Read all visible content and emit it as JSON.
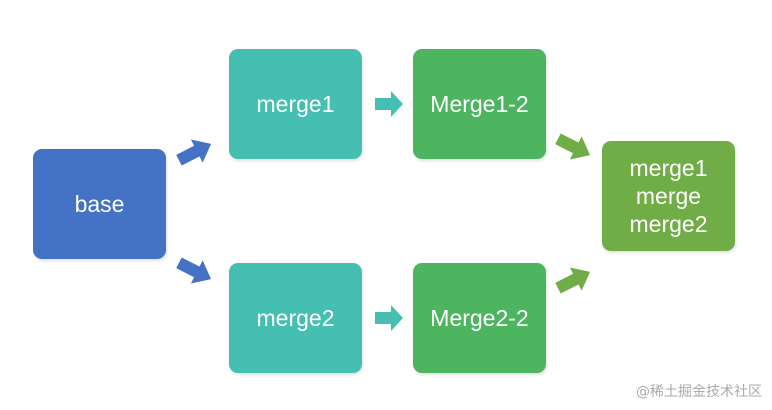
{
  "diagram": {
    "nodes": {
      "base": {
        "label": "base",
        "color": "#4472C4"
      },
      "merge1": {
        "label": "merge1",
        "color": "#45BFB2"
      },
      "merge2": {
        "label": "merge2",
        "color": "#45BFB2"
      },
      "merge1_2": {
        "label": "Merge1-2",
        "color": "#4DB560"
      },
      "merge2_2": {
        "label": "Merge2-2",
        "color": "#4DB560"
      },
      "result": {
        "lines": [
          "merge1",
          "merge",
          "merge2"
        ],
        "color": "#70AD47"
      }
    },
    "edges": [
      {
        "from": "base",
        "to": "merge1"
      },
      {
        "from": "base",
        "to": "merge2"
      },
      {
        "from": "merge1",
        "to": "merge1_2"
      },
      {
        "from": "merge2",
        "to": "merge2_2"
      },
      {
        "from": "merge1_2",
        "to": "result"
      },
      {
        "from": "merge2_2",
        "to": "result"
      }
    ]
  },
  "watermark": "@稀土掘金技术社区"
}
